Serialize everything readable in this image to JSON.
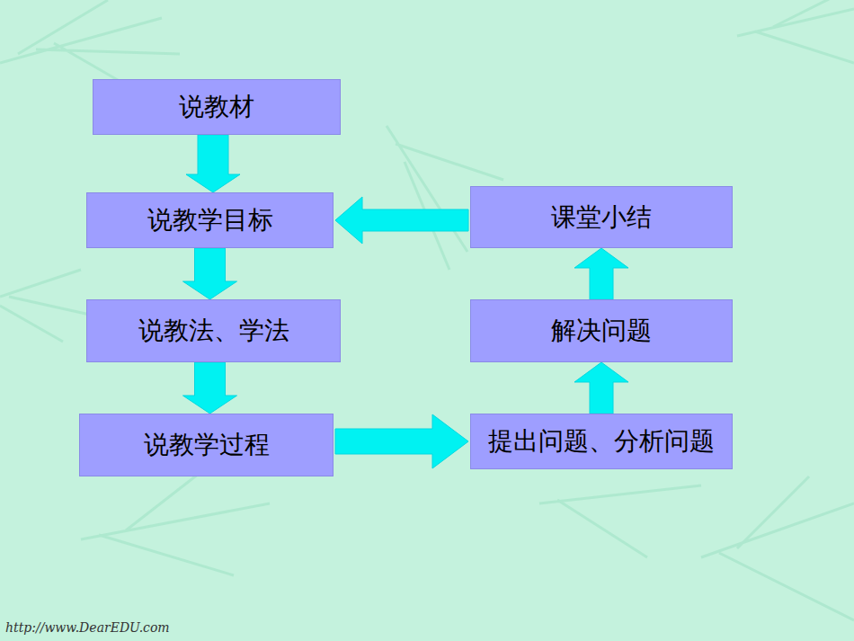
{
  "diagram": {
    "nodes": [
      {
        "text": [
          "说教材"
        ]
      },
      {
        "text": [
          "说教学目标"
        ]
      },
      {
        "text": [
          "说教法、学法"
        ]
      },
      {
        "text": [
          "说教学过程"
        ]
      },
      {
        "text": [
          "提出问题、分析问题"
        ]
      },
      {
        "text": [
          "解决问题"
        ]
      },
      {
        "text": [
          "课堂小结"
        ]
      }
    ],
    "edges": [
      {
        "from": 0,
        "to": 1,
        "arrow": "to"
      },
      {
        "from": 1,
        "to": 2,
        "arrow": "to"
      },
      {
        "from": 2,
        "to": 3,
        "arrow": "to"
      },
      {
        "from": 3,
        "to": 4,
        "arrow": "to"
      },
      {
        "from": 4,
        "to": 5,
        "arrow": "to"
      },
      {
        "from": 5,
        "to": 6,
        "arrow": "to"
      },
      {
        "from": 6,
        "to": 1,
        "arrow": "to"
      }
    ],
    "labels": [
      "http://www.DearEDU.com"
    ]
  }
}
